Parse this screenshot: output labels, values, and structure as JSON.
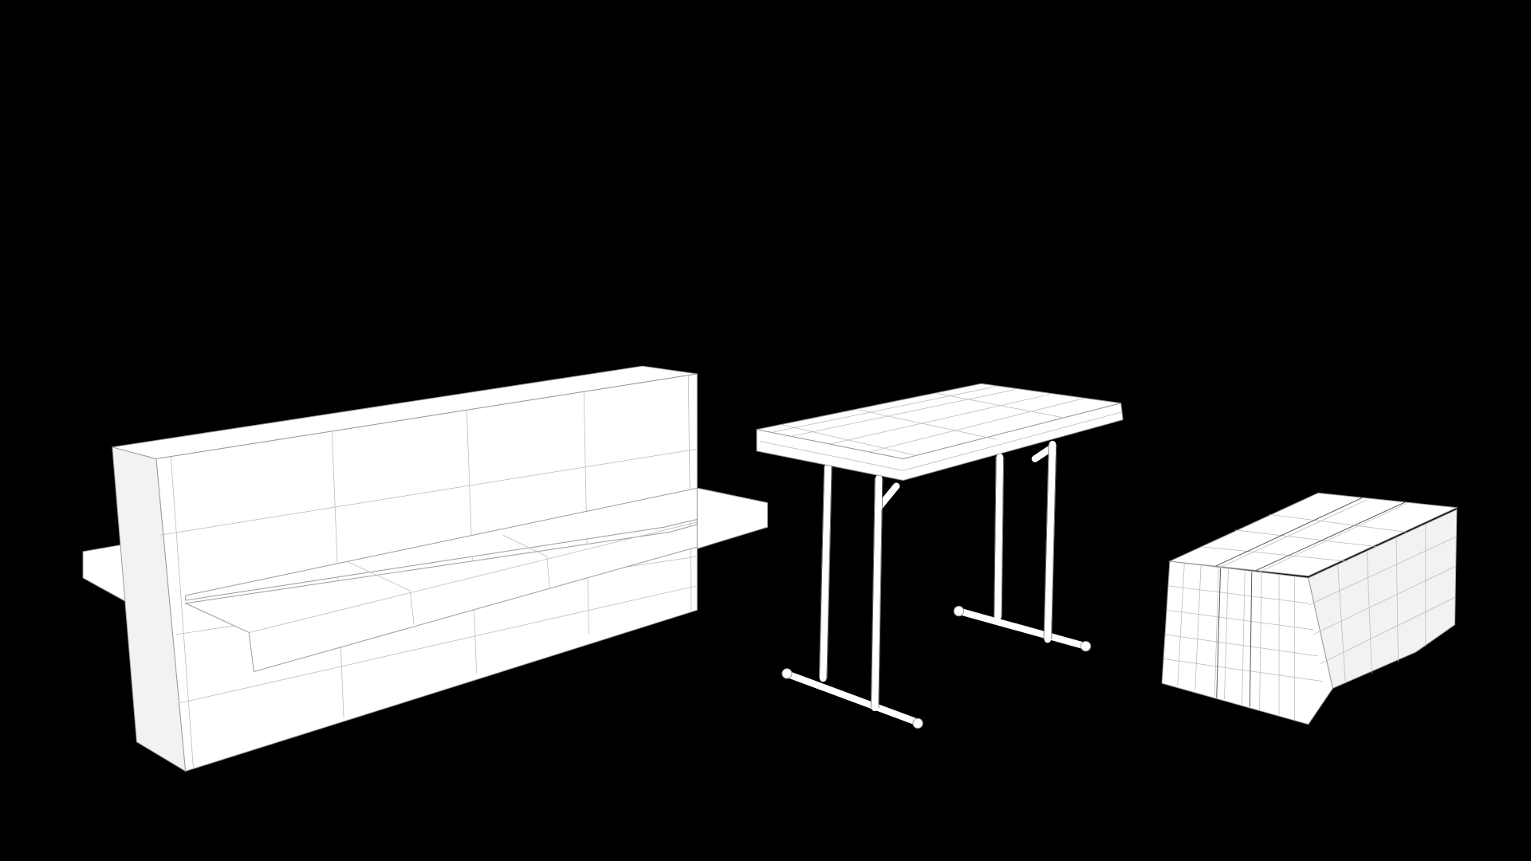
{
  "scene": {
    "background_color": "#000000",
    "model_color": "#ffffff",
    "wire_color": "#9a9a9a",
    "objects": [
      {
        "name": "sofa-bench"
      },
      {
        "name": "folding-table"
      },
      {
        "name": "wrapped-crate"
      }
    ]
  }
}
